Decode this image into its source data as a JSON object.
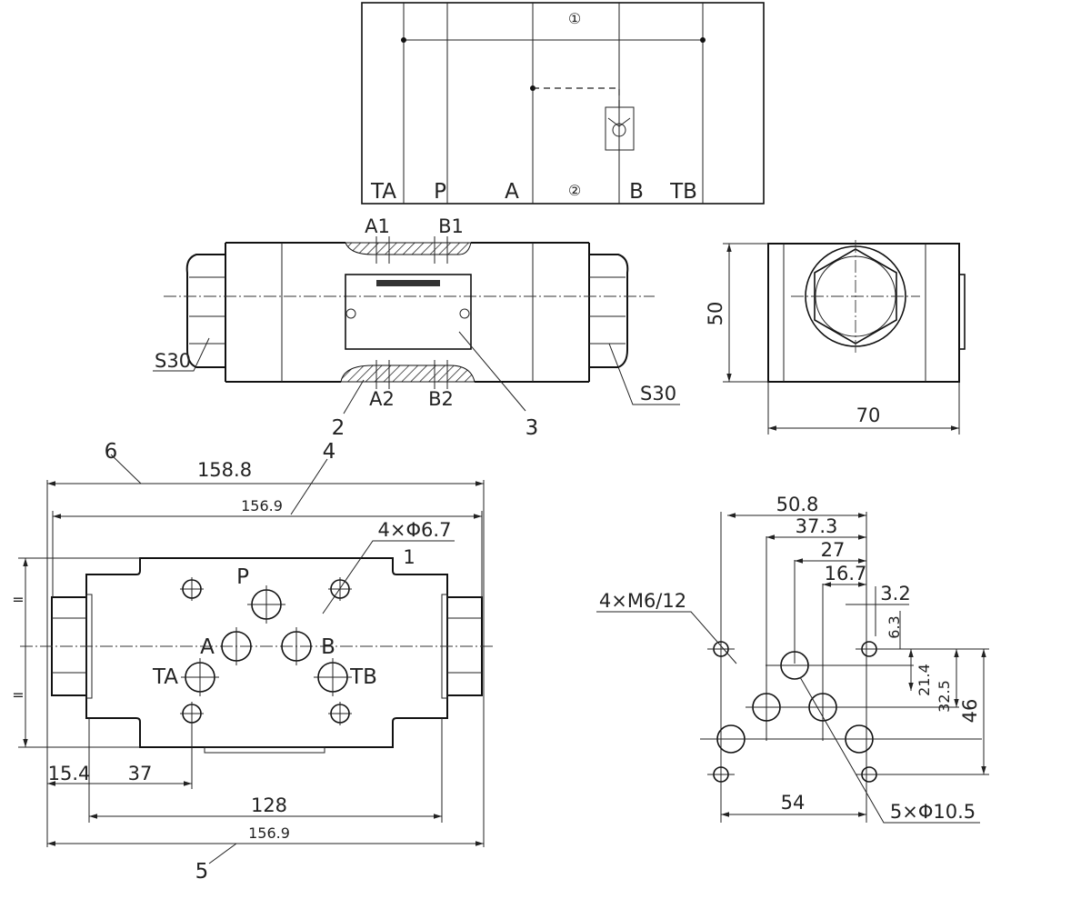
{
  "schematic": {
    "circle_top": "①",
    "circle_bottom": "②",
    "ports": [
      "TA",
      "P",
      "A",
      "B",
      "TB"
    ]
  },
  "side_view": {
    "port_top_a": "A1",
    "port_top_b": "B1",
    "port_bottom_a": "A2",
    "port_bottom_b": "B2",
    "plug_left": "S30",
    "plug_right": "S30",
    "callout_2": "2",
    "callout_3": "3"
  },
  "end_view": {
    "height": "50",
    "width": "70"
  },
  "plan_view": {
    "callout_6": "6",
    "callout_4": "4",
    "callout_1": "1",
    "callout_5": "5",
    "overall_length": "158.8",
    "body_length_top": "156.9",
    "body_length_bottom": "156.9",
    "holes": "4×Φ6.7",
    "port_p": "P",
    "port_a": "A",
    "port_b": "B",
    "port_ta": "TA",
    "port_tb": "TB",
    "dim_15_4": "15.4",
    "dim_37": "37",
    "dim_128": "128"
  },
  "port_view": {
    "dim_50_8": "50.8",
    "dim_37_3": "37.3",
    "dim_27": "27",
    "dim_16_7": "16.7",
    "dim_3_2": "3.2",
    "dim_6_3": "6.3",
    "dim_21_4": "21.4",
    "dim_32_5": "32.5",
    "dim_46": "46",
    "dim_54": "54",
    "threads": "4×M6/12",
    "ports": "5×Φ10.5"
  }
}
